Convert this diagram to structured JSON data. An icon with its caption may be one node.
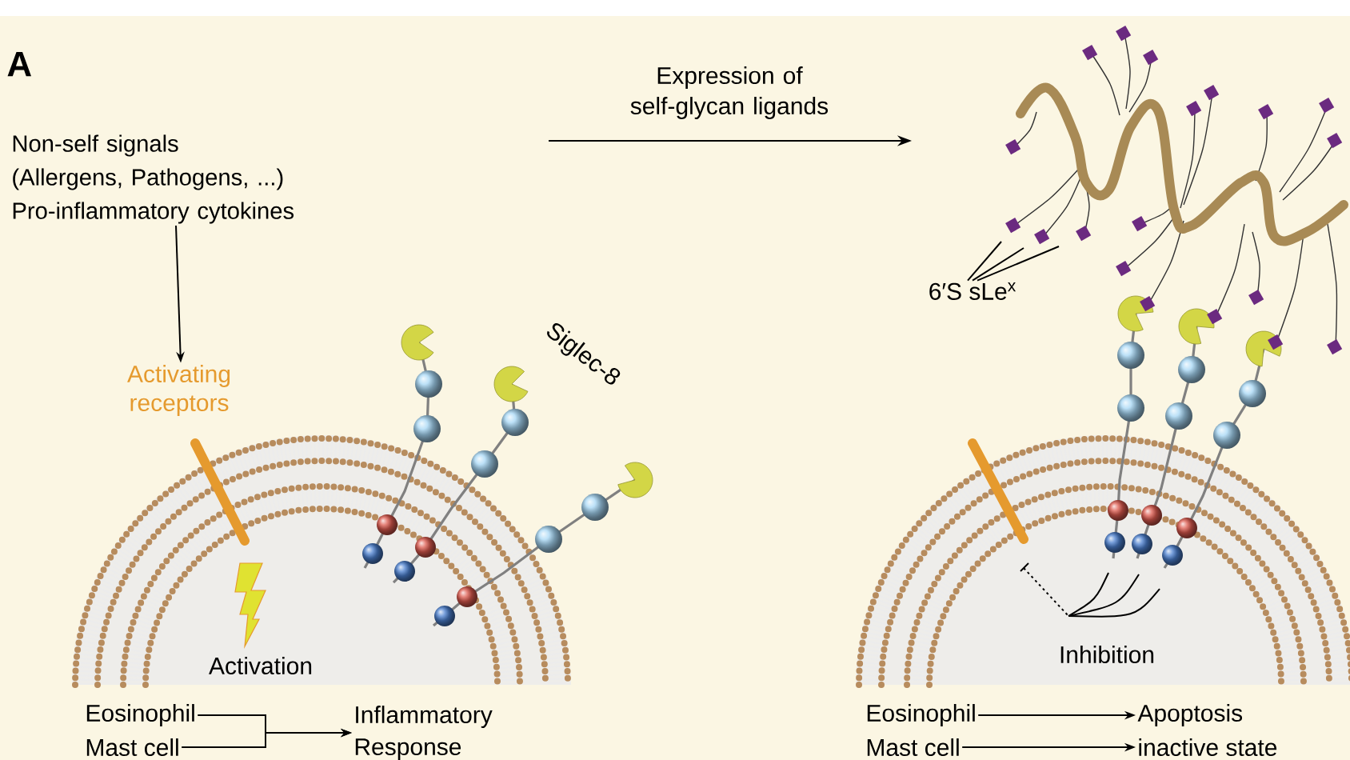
{
  "diagram": {
    "nodes": [
      {
        "text": [
          "Non-self signals (Allergens, Pathogens, ...) Pro-inflammatory cytokines"
        ]
      },
      {
        "text": [
          "Activating receptors"
        ]
      },
      {
        "text": [
          "Eosinophil"
        ]
      },
      {
        "text": [
          "Mast cell"
        ]
      },
      {
        "text": [
          "Inflammatory Response"
        ]
      },
      {
        "text": [
          "6′S sLe$^{x}$"
        ]
      },
      {
        "text": [
          "Eosinophil"
        ]
      },
      {
        "text": [
          "Apoptosis"
        ]
      },
      {
        "text": [
          "Mast cell"
        ]
      },
      {
        "text": [
          "inactive state"
        ]
      }
    ],
    "edges": [
      {
        "from": 0,
        "to": 1,
        "arrow": "to"
      },
      {
        "from": 2,
        "to": 4,
        "arrow": "to"
      },
      {
        "from": 3,
        "to": 4,
        "arrow": "to"
      },
      {
        "from": 6,
        "to": 7,
        "arrow": "to"
      },
      {
        "from": 8,
        "to": 9,
        "arrow": "to"
      },
      {
        "from": 5,
        "to": null,
        "arrow": "none"
      },
      {
        "from": 5,
        "to": null,
        "arrow": "none"
      },
      {
        "from": 5,
        "to": null,
        "arrow": "none"
      }
    ],
    "labels": [
      "A",
      "Expression of self-glycan ligands",
      "Siglec-8",
      "Activation",
      "Inhibition"
    ]
  }
}
